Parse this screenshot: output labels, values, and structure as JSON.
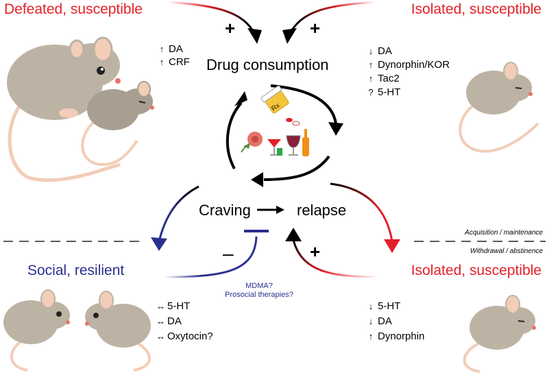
{
  "groups": {
    "defeated": "Defeated, susceptible",
    "isolated_top": "Isolated, susceptible",
    "social": "Social, resilient",
    "isolated_bottom": "Isolated, susceptible"
  },
  "center": {
    "drug_consumption": "Drug consumption",
    "craving": "Craving",
    "relapse": "relapse",
    "pill_label": "Rx"
  },
  "signs": {
    "plus": "+",
    "minus": "–"
  },
  "phases": {
    "acquisition": "Acquisition / maintenance",
    "withdrawal": "Withdrawal / abstinence"
  },
  "therapy_note": {
    "line1": "MDMA?",
    "line2": "Prosocial therapies?"
  },
  "markers": {
    "defeated": [
      {
        "dir": "up",
        "text": "DA"
      },
      {
        "dir": "up",
        "text": "CRF"
      }
    ],
    "isolated_top": [
      {
        "dir": "down",
        "text": "DA"
      },
      {
        "dir": "up",
        "text": "Dynorphin/KOR"
      },
      {
        "dir": "up",
        "text": "Tac2"
      },
      {
        "dir": "unknown",
        "text": "5-HT"
      }
    ],
    "social": [
      {
        "dir": "same",
        "text": "5-HT"
      },
      {
        "dir": "same",
        "text": "DA"
      },
      {
        "dir": "same",
        "text": "Oxytocin?"
      }
    ],
    "isolated_bottom": [
      {
        "dir": "down",
        "text": "5-HT"
      },
      {
        "dir": "down",
        "text": "DA"
      },
      {
        "dir": "up",
        "text": "Dynorphin"
      }
    ]
  },
  "arrow_glyphs": {
    "up": "↑",
    "down": "↓",
    "same": "↔",
    "unknown": "?"
  },
  "colors": {
    "susceptible": "#e3202a",
    "resilient": "#2b2f8e",
    "mouse_body": "#bdb3a4",
    "mouse_tail": "#f2cdb8"
  }
}
